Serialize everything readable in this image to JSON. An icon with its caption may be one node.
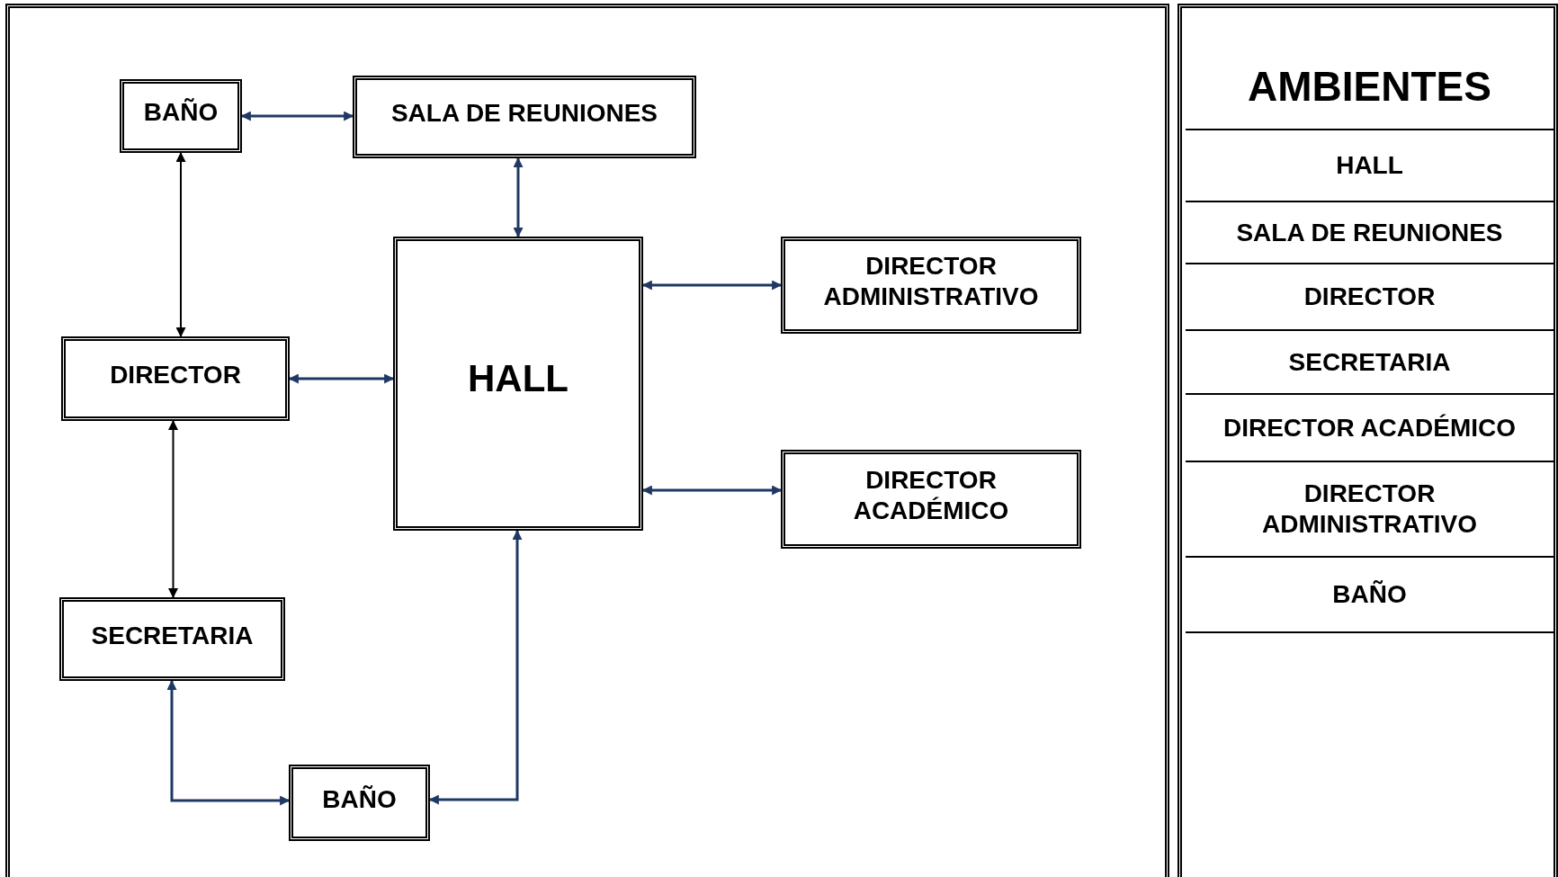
{
  "diagram": {
    "nodes": [
      {
        "text": [
          "BAÑO"
        ]
      },
      {
        "text": [
          "SALA DE REUNIONES"
        ]
      },
      {
        "text": [
          "HALL"
        ]
      },
      {
        "text": [
          "DIRECTOR ADMINISTRATIVO"
        ]
      },
      {
        "text": [
          "DIRECTOR"
        ]
      },
      {
        "text": [
          "DIRECTOR ACADÉMICO"
        ]
      },
      {
        "text": [
          "SECRETARIA"
        ]
      },
      {
        "text": [
          "BAÑO"
        ]
      }
    ],
    "edges": [
      {
        "from": 0,
        "to": 1,
        "arrow": "both"
      },
      {
        "from": 1,
        "to": 2,
        "arrow": "both"
      },
      {
        "from": 0,
        "to": 4,
        "arrow": "both",
        "color": "#000000"
      },
      {
        "from": 4,
        "to": 2,
        "arrow": "both"
      },
      {
        "from": 2,
        "to": 3,
        "arrow": "both"
      },
      {
        "from": 2,
        "to": 5,
        "arrow": "both"
      },
      {
        "from": 4,
        "to": 6,
        "arrow": "both",
        "color": "#000000"
      },
      {
        "from": 6,
        "to": 7,
        "arrow": "both"
      },
      {
        "from": 2,
        "to": 7,
        "arrow": "both"
      }
    ],
    "labels": [
      "AMBIENTES",
      "HALL",
      "SALA DE REUNIONES",
      "DIRECTOR",
      "SECRETARIA",
      "DIRECTOR ACADÉMICO",
      "DIRECTOR ADMINISTRATIVO",
      "BAÑO"
    ]
  }
}
